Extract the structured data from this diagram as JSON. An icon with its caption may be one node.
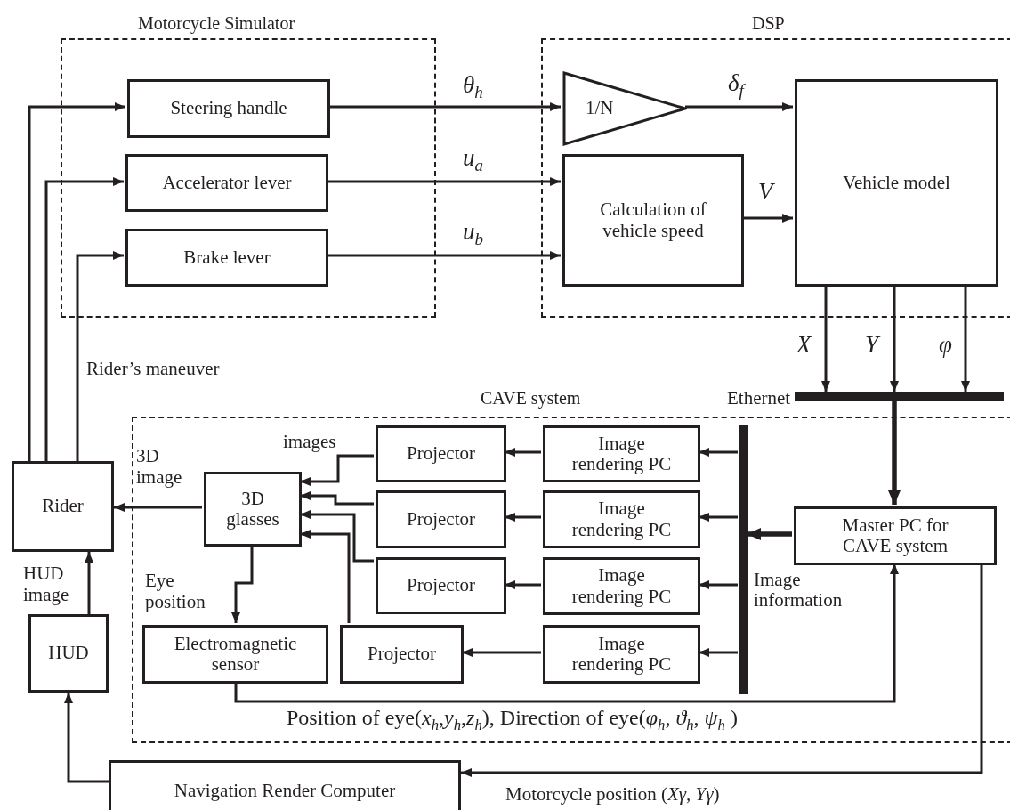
{
  "diagram": {
    "nodes": [
      {
        "text": [
          "Motorcycle Simulator"
        ]
      },
      {
        "text": [
          "Steering handle"
        ],
        "in": 0
      },
      {
        "text": [
          "Accelerator lever"
        ],
        "in": 0
      },
      {
        "text": [
          "Brake lever"
        ],
        "in": 0
      },
      {
        "text": [
          "DSP"
        ]
      },
      {
        "text": [
          "1/N"
        ],
        "in": 4
      },
      {
        "text": [
          "Calculation of vehicle speed"
        ],
        "in": 4
      },
      {
        "text": [
          "Vehicle model"
        ],
        "in": 4
      },
      {
        "text": [
          "Ethernet"
        ]
      },
      {
        "text": [
          "CAVE system"
        ]
      },
      {
        "text": [
          "3D glasses"
        ],
        "in": 9
      },
      {
        "text": [
          "Projector"
        ],
        "in": 9
      },
      {
        "text": [
          "Image rendering PC"
        ],
        "in": 9
      },
      {
        "text": [
          "Projector"
        ],
        "in": 9
      },
      {
        "text": [
          "Image rendering PC"
        ],
        "in": 9
      },
      {
        "text": [
          "Projector"
        ],
        "in": 9
      },
      {
        "text": [
          "Image rendering PC"
        ],
        "in": 9
      },
      {
        "text": [
          "Electromagnetic sensor"
        ],
        "in": 9
      },
      {
        "text": [
          "Projector"
        ],
        "in": 9
      },
      {
        "text": [
          "Image rendering PC"
        ],
        "in": 9
      },
      {
        "text": [
          "Image information"
        ],
        "in": 9
      },
      {
        "text": [
          "Master PC for CAVE system"
        ],
        "in": 9
      },
      {
        "text": [
          "Rider"
        ]
      },
      {
        "text": [
          "HUD"
        ]
      },
      {
        "text": [
          "Navigation Render Computer"
        ]
      }
    ],
    "edges": [
      {
        "from": 1,
        "to": 5,
        "arrow": "to",
        "label": "θ$_{h}$"
      },
      {
        "from": 2,
        "to": 6,
        "arrow": "to",
        "label": "u$_{a}$"
      },
      {
        "from": 3,
        "to": 6,
        "arrow": "to",
        "label": "u$_{b}$"
      },
      {
        "from": 5,
        "to": 7,
        "arrow": "to",
        "label": "δ$_{f}$"
      },
      {
        "from": 6,
        "to": 7,
        "arrow": "to",
        "label": "V"
      },
      {
        "from": 7,
        "to": 8,
        "arrow": "to",
        "label": "X"
      },
      {
        "from": 7,
        "to": 8,
        "arrow": "to",
        "label": "Y"
      },
      {
        "from": 7,
        "to": 8,
        "arrow": "to",
        "label": "φ"
      },
      {
        "from": 8,
        "to": 21,
        "arrow": "to",
        "style": "thick"
      },
      {
        "from": 22,
        "to": 1,
        "arrow": "to"
      },
      {
        "from": 22,
        "to": 2,
        "arrow": "to"
      },
      {
        "from": 22,
        "to": 3,
        "arrow": "to"
      },
      {
        "from": 10,
        "to": 22,
        "arrow": "to",
        "label": "3D image"
      },
      {
        "from": 23,
        "to": 22,
        "arrow": "to",
        "label": "HUD image"
      },
      {
        "from": 24,
        "to": 23,
        "arrow": "to"
      },
      {
        "from": 21,
        "to": 24,
        "arrow": "to",
        "label": "Motorcycle position (*Xγ, Yγ*)"
      },
      {
        "from": 17,
        "to": 21,
        "arrow": "to",
        "label": "Position of eye(*x*$_{h}$,*y*$_{h}$,*z*$_{h}$), Direction of eye(*φ*$_{h}$, *ϑ*$_{h}$, *ψ*$_{h}$ )"
      },
      {
        "from": 10,
        "to": 17,
        "arrow": "to",
        "label": "Eye position"
      },
      {
        "from": 11,
        "to": 10,
        "arrow": "to",
        "label": "images"
      },
      {
        "from": 13,
        "to": 10,
        "arrow": "to"
      },
      {
        "from": 15,
        "to": 10,
        "arrow": "to"
      },
      {
        "from": 18,
        "to": 10,
        "arrow": "to"
      },
      {
        "from": 12,
        "to": 11,
        "arrow": "to"
      },
      {
        "from": 14,
        "to": 13,
        "arrow": "to"
      },
      {
        "from": 16,
        "to": 15,
        "arrow": "to"
      },
      {
        "from": 19,
        "to": 18,
        "arrow": "to"
      },
      {
        "from": 20,
        "to": 12,
        "arrow": "to"
      },
      {
        "from": 20,
        "to": 14,
        "arrow": "to"
      },
      {
        "from": 20,
        "to": 16,
        "arrow": "to"
      },
      {
        "from": 20,
        "to": 19,
        "arrow": "to"
      },
      {
        "from": 21,
        "to": 20,
        "arrow": "to",
        "style": "thick"
      }
    ],
    "labels": [
      "Rider’s maneuver"
    ]
  }
}
